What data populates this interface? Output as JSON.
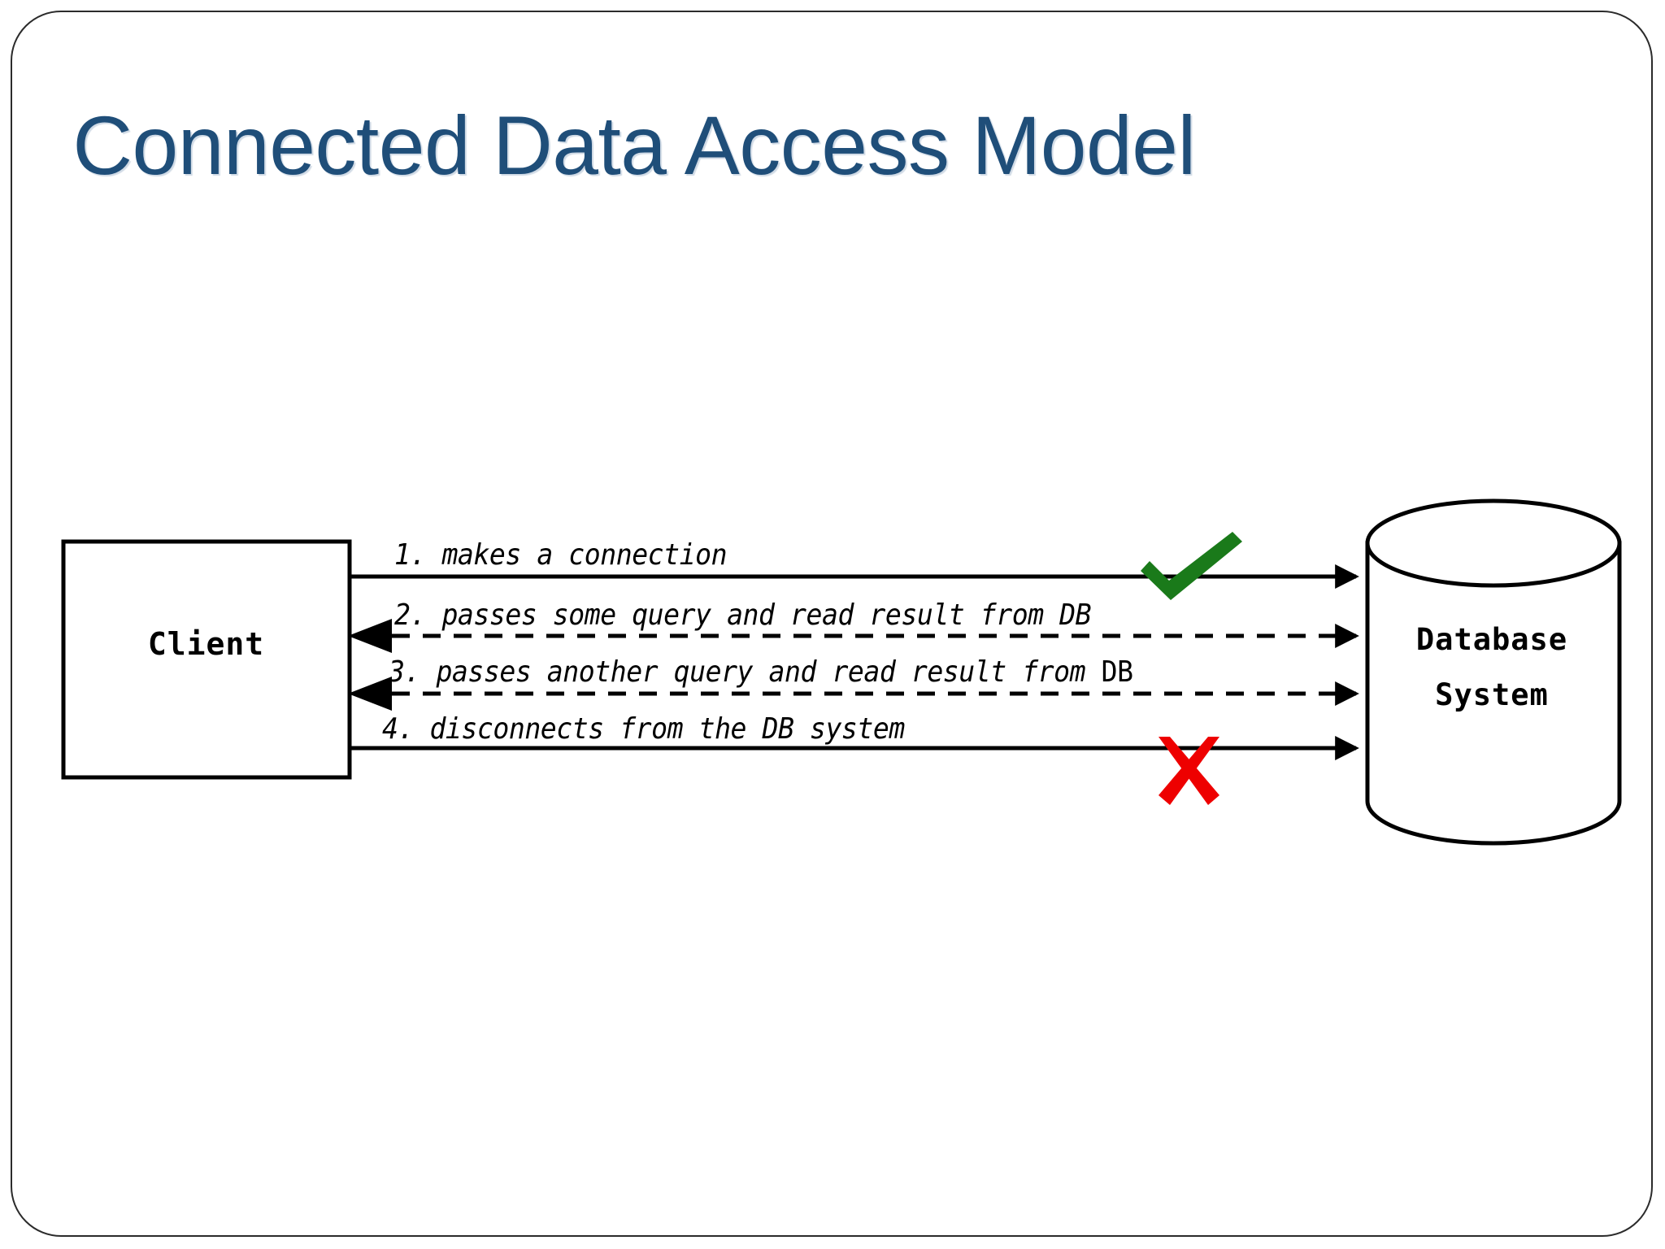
{
  "slide": {
    "title": "Connected Data Access Model",
    "title_color": "#1f4e79",
    "background_color": "#ffffff",
    "border_color": "#2b2b2b"
  },
  "diagram": {
    "type": "sequence-flow",
    "nodes": [
      {
        "id": "client",
        "label": "Client",
        "shape": "rectangle"
      },
      {
        "id": "database",
        "label_line_1": "Database",
        "label_line_2": "System",
        "shape": "cylinder"
      }
    ],
    "steps": [
      {
        "number": "1.",
        "text": "makes a connection",
        "full": "1. makes a connection",
        "line_style": "solid",
        "direction": "client-to-database",
        "status_mark": "check"
      },
      {
        "number": "2.",
        "text": "passes some query and read result from DB",
        "full": "2. passes some query and read result from DB",
        "line_style": "dashed",
        "direction": "bidirectional",
        "status_mark": "none"
      },
      {
        "number": "3.",
        "text_italic": "3. passes another query and read result from ",
        "text_upright": "DB",
        "full": "3. passes another query and read result from DB",
        "line_style": "dashed",
        "direction": "bidirectional",
        "status_mark": "none"
      },
      {
        "number": "4.",
        "text": "disconnects from the DB system",
        "full": "4. disconnects from the DB system",
        "line_style": "solid",
        "direction": "client-to-database",
        "status_mark": "cross"
      }
    ],
    "marks": {
      "check_color": "#1a7a1a",
      "check_name": "green-check-icon",
      "cross_color": "#ee0000",
      "cross_name": "red-cross-icon"
    },
    "stroke_color": "#000000"
  }
}
